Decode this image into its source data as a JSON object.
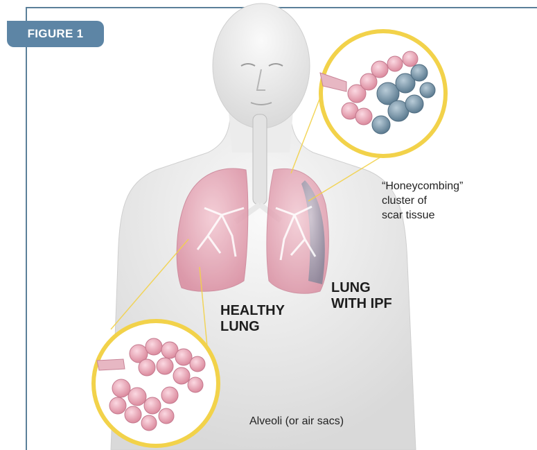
{
  "figure_label": "FIGURE 1",
  "labels": {
    "healthy_line1": "HEALTHY",
    "healthy_line2": "LUNG",
    "ipf_line1": "LUNG",
    "ipf_line2": "WITH IPF",
    "honeycomb_line1": "“Honeycombing”",
    "honeycomb_line2": "cluster of",
    "honeycomb_line3": "scar tissue",
    "alveoli": "Alveoli (or air sacs)"
  },
  "colors": {
    "frame": "#5a7f99",
    "tab": "#5d85a5",
    "zoom_ring": "#f2d24a",
    "lung_pink": "#e6a5b4",
    "scar_tissue": "#6f8fa3"
  }
}
